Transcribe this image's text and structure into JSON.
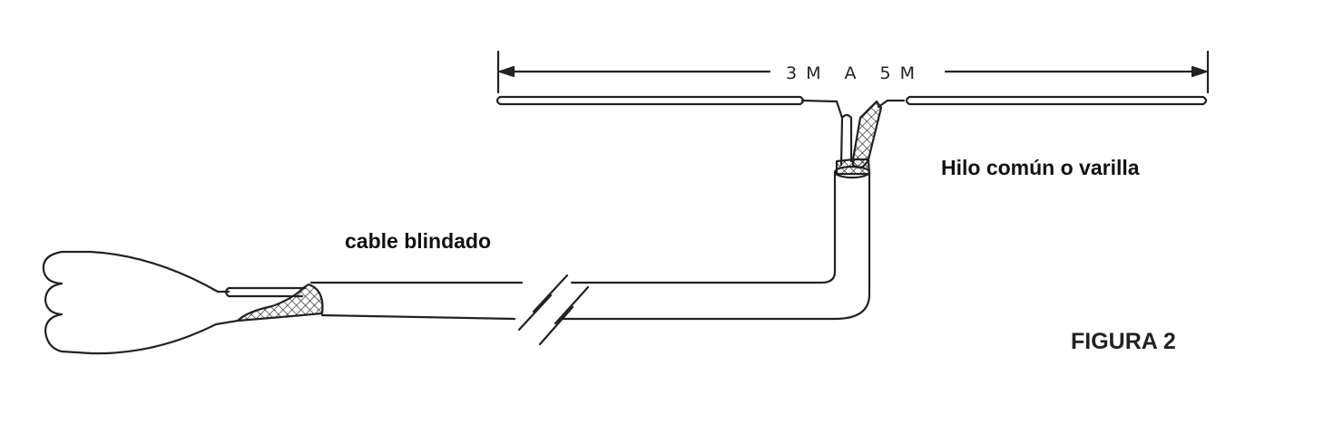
{
  "labels": {
    "dimension": "3M A 5M",
    "antenna_wire": "Hilo común o varilla",
    "shielded_cable": "cable blindado",
    "figure": "FIGURA 2"
  },
  "colors": {
    "ink": "#222222",
    "background": "#ffffff"
  }
}
